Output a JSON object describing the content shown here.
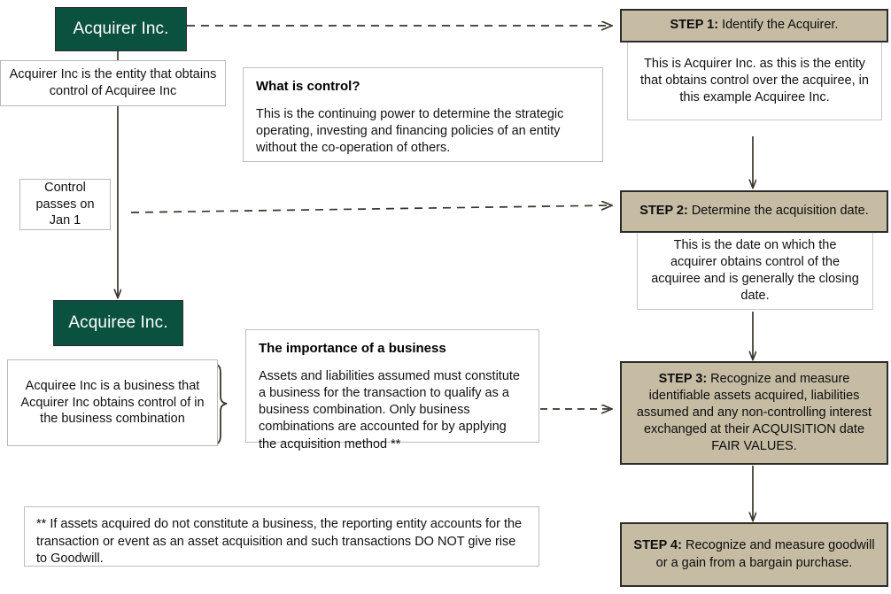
{
  "diagram": {
    "title": "Business combination acquisition method flow",
    "colors": {
      "entity_fill": "#0B5140",
      "step_fill": "#C6BCA4",
      "box_border": "#2b2b2b",
      "note_border": "#bdbdbd",
      "connector": "#3b332b",
      "text": "#111111",
      "entity_text": "#ffffff"
    }
  },
  "entities": {
    "acquirer": {
      "label": "Acquirer Inc."
    },
    "acquiree": {
      "label": "Acquiree Inc."
    }
  },
  "notes": {
    "acquirer_desc": "Acquirer Inc is the entity that obtains control of Acquiree Inc",
    "control_passes": "Control passes on Jan 1",
    "acquiree_desc": "Acquiree Inc is a business that Acquirer Inc obtains control of in the business combination"
  },
  "panels": {
    "control": {
      "heading": "What is control?",
      "body": "This is the continuing power to determine the strategic operating, investing and financing policies of an entity without the co-operation of others."
    },
    "business": {
      "heading": "The importance of a business",
      "body": "Assets and liabilities assumed must constitute a business for the transaction to qualify as a business combination. Only business combinations are accounted for by applying the acquisition method **"
    }
  },
  "footnote": {
    "text": "** If assets acquired do not constitute a business, the reporting entity accounts for the transaction or event as an asset acquisition and such transactions DO NOT give rise to Goodwill."
  },
  "steps": [
    {
      "number": "STEP 1:",
      "title": " Identify the Acquirer.",
      "body": "This is Acquirer Inc. as this is the entity that obtains control over the acquiree, in this example Acquiree Inc."
    },
    {
      "number": "STEP 2:",
      "title": " Determine the acquisition date.",
      "body": "This is the date on which the acquirer obtains control of the acquiree and is generally the closing date."
    },
    {
      "number": "STEP 3:",
      "title": " Recognize and measure identifiable assets acquired, liabilities assumed and any non-controlling interest exchanged at their ACQUISITION date FAIR VALUES.",
      "body": ""
    },
    {
      "number": "STEP 4:",
      "title": " Recognize and measure goodwill or a gain from a bargain purchase.",
      "body": ""
    }
  ],
  "connectors": {
    "acquirer_to_step1": "dashed-arrow",
    "control_to_step2": "dashed-arrow",
    "business_to_step3": "dashed-arrow",
    "acquirer_to_acquiree": "solid-arrow-down",
    "step1_to_step2": "solid-arrow-down",
    "step2_to_step3": "solid-arrow-down",
    "step3_to_step4": "solid-arrow-down",
    "acquiree_brace": "curly-brace"
  }
}
